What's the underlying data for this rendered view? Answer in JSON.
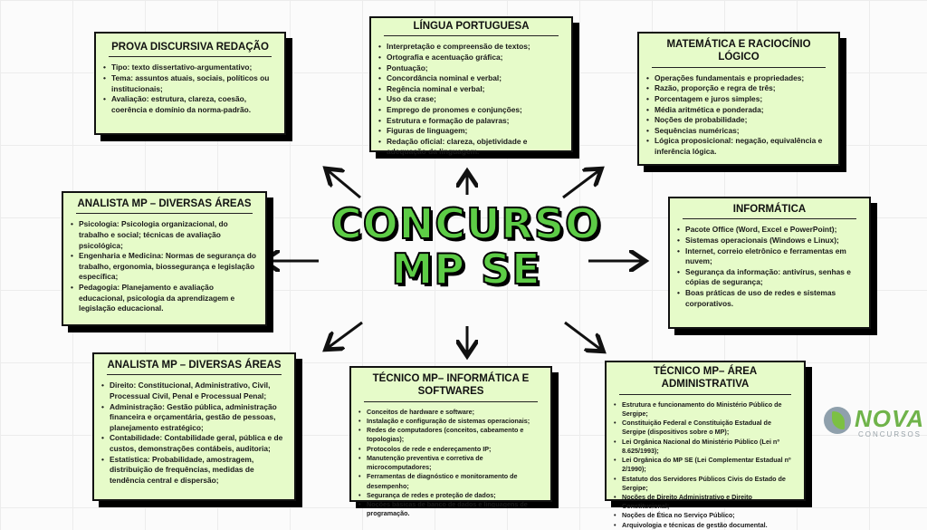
{
  "title": {
    "line1": "CONCURSO",
    "line2": "MP SE",
    "color": "#5dcc46"
  },
  "boxes": {
    "redacao": {
      "title": "PROVA DISCURSIVA  REDAÇÃO",
      "items": [
        "Tipo: texto dissertativo-argumentativo;",
        "Tema: assuntos atuais, sociais, políticos ou institucionais;",
        "Avaliação: estrutura, clareza, coesão, coerência e domínio da norma-padrão."
      ]
    },
    "portugues": {
      "title": "LÍNGUA PORTUGUESA",
      "items": [
        "Interpretação e compreensão de textos;",
        "Ortografia e acentuação gráfica;",
        "Pontuação;",
        "Concordância nominal e verbal;",
        "Regência nominal e verbal;",
        "Uso da crase;",
        "Emprego de pronomes e conjunções;",
        "Estrutura e formação de palavras;",
        "Figuras de linguagem;",
        "Redação oficial: clareza, objetividade e adequação da linguagem."
      ]
    },
    "matematica": {
      "title": "MATEMÁTICA E RACIOCÍNIO LÓGICO",
      "items": [
        "Operações fundamentais e propriedades;",
        "Razão, proporção e regra de três;",
        "Porcentagem e juros simples;",
        "Média aritmética e ponderada;",
        "Noções de probabilidade;",
        "Sequências numéricas;",
        "Lógica proposicional: negação, equivalência e inferência lógica."
      ]
    },
    "analista1": {
      "title": "ANALISTA MP – DIVERSAS ÁREAS",
      "items": [
        "Psicologia: Psicologia organizacional, do trabalho e social; técnicas de avaliação psicológica;",
        "Engenharia e Medicina: Normas de segurança do trabalho, ergonomia, biossegurança e legislação específica;",
        "Pedagogia: Planejamento e avaliação educacional, psicologia da aprendizagem e legislação educacional."
      ]
    },
    "informatica": {
      "title": "INFORMÁTICA",
      "items": [
        "Pacote Office (Word, Excel e PowerPoint);",
        "Sistemas operacionais (Windows e Linux);",
        "Internet, correio eletrônico e ferramentas em nuvem;",
        "Segurança da informação: antivírus, senhas e cópias de segurança;",
        "Boas práticas de uso de redes e sistemas corporativos."
      ]
    },
    "analista2": {
      "title": "ANALISTA MP – DIVERSAS ÁREAS",
      "items": [
        "Direito: Constitucional, Administrativo, Civil, Processual Civil, Penal e Processual Penal;",
        "Administração: Gestão pública, administração financeira e orçamentária, gestão de pessoas, planejamento estratégico;",
        "Contabilidade: Contabilidade geral, pública e de custos, demonstrações contábeis, auditoria;",
        "Estatística: Probabilidade, amostragem, distribuição de frequências, medidas de tendência central e dispersão;"
      ]
    },
    "tecnico_info": {
      "title": "TÉCNICO MP– INFORMÁTICA E SOFTWARES",
      "items": [
        "Conceitos de hardware e software;",
        "Instalação e configuração de sistemas operacionais;",
        "Redes de computadores (conceitos, cabeamento e topologias);",
        "Protocolos de rede e endereçamento IP;",
        "Manutenção preventiva e corretiva de microcomputadores;",
        "Ferramentas de diagnóstico e monitoramento de desempenho;",
        "Segurança de redes e proteção de dados;",
        "Noções básicas de banco de dados e linguagens de programação."
      ]
    },
    "tecnico_adm": {
      "title": "TÉCNICO MP– ÁREA ADMINISTRATIVA",
      "items": [
        "Estrutura e funcionamento do Ministério Público de Sergipe;",
        "Constituição Federal e Constituição Estadual de Sergipe (dispositivos sobre o MP);",
        "Lei Orgânica Nacional do Ministério Público (Lei nº 8.625/1993);",
        "Lei Orgânica do MP SE (Lei Complementar Estadual nº 2/1990);",
        "Estatuto dos Servidores Públicos Civis do Estado de Sergipe;",
        "Noções de Direito Administrativo e Direito Constitucional;",
        "Noções de Ética no Serviço Público;",
        "Arquivologia e técnicas de gestão documental."
      ]
    }
  },
  "logo": {
    "name": "NOVA",
    "sub": "CONCURSOS"
  }
}
